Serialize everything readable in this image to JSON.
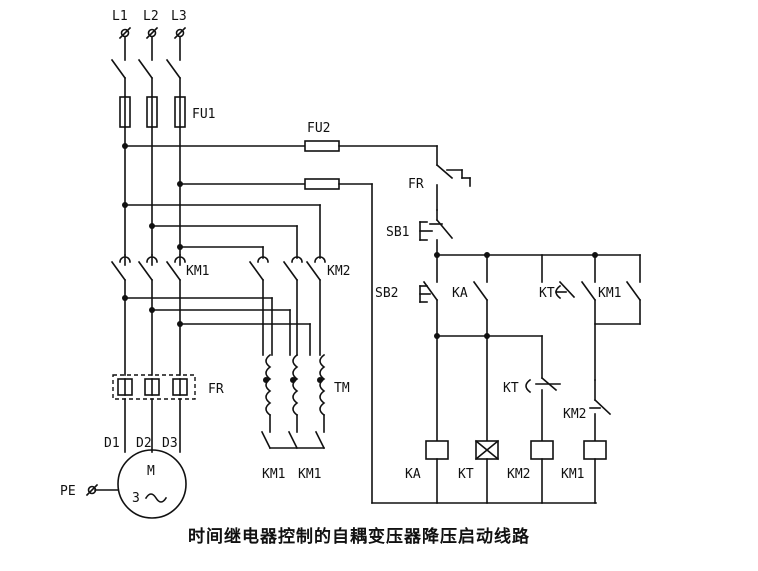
{
  "labels": {
    "l1": "L1",
    "l2": "L2",
    "l3": "L3",
    "fu1": "FU1",
    "fu2": "FU2",
    "fr_contact": "FR",
    "sb1": "SB1",
    "sb2": "SB2",
    "ka_contact": "KA",
    "kt_contact": "KT",
    "km1_hold": "KM1",
    "km1_main": "KM1",
    "km2_main": "KM2",
    "fr_heater": "FR",
    "tm": "TM",
    "d1": "D1",
    "d2": "D2",
    "d3": "D3",
    "motor_m": "M",
    "motor_phase": "3",
    "pe": "PE",
    "km1_tap_a": "KM1",
    "km1_tap_b": "KM1",
    "kt_delay": "KT",
    "km2_interlock": "KM2",
    "coil_ka": "KA",
    "coil_kt": "KT",
    "coil_km2": "KM2",
    "coil_km1": "KM1"
  },
  "caption": "时间继电器控制的自耦变压器降压启动线路"
}
